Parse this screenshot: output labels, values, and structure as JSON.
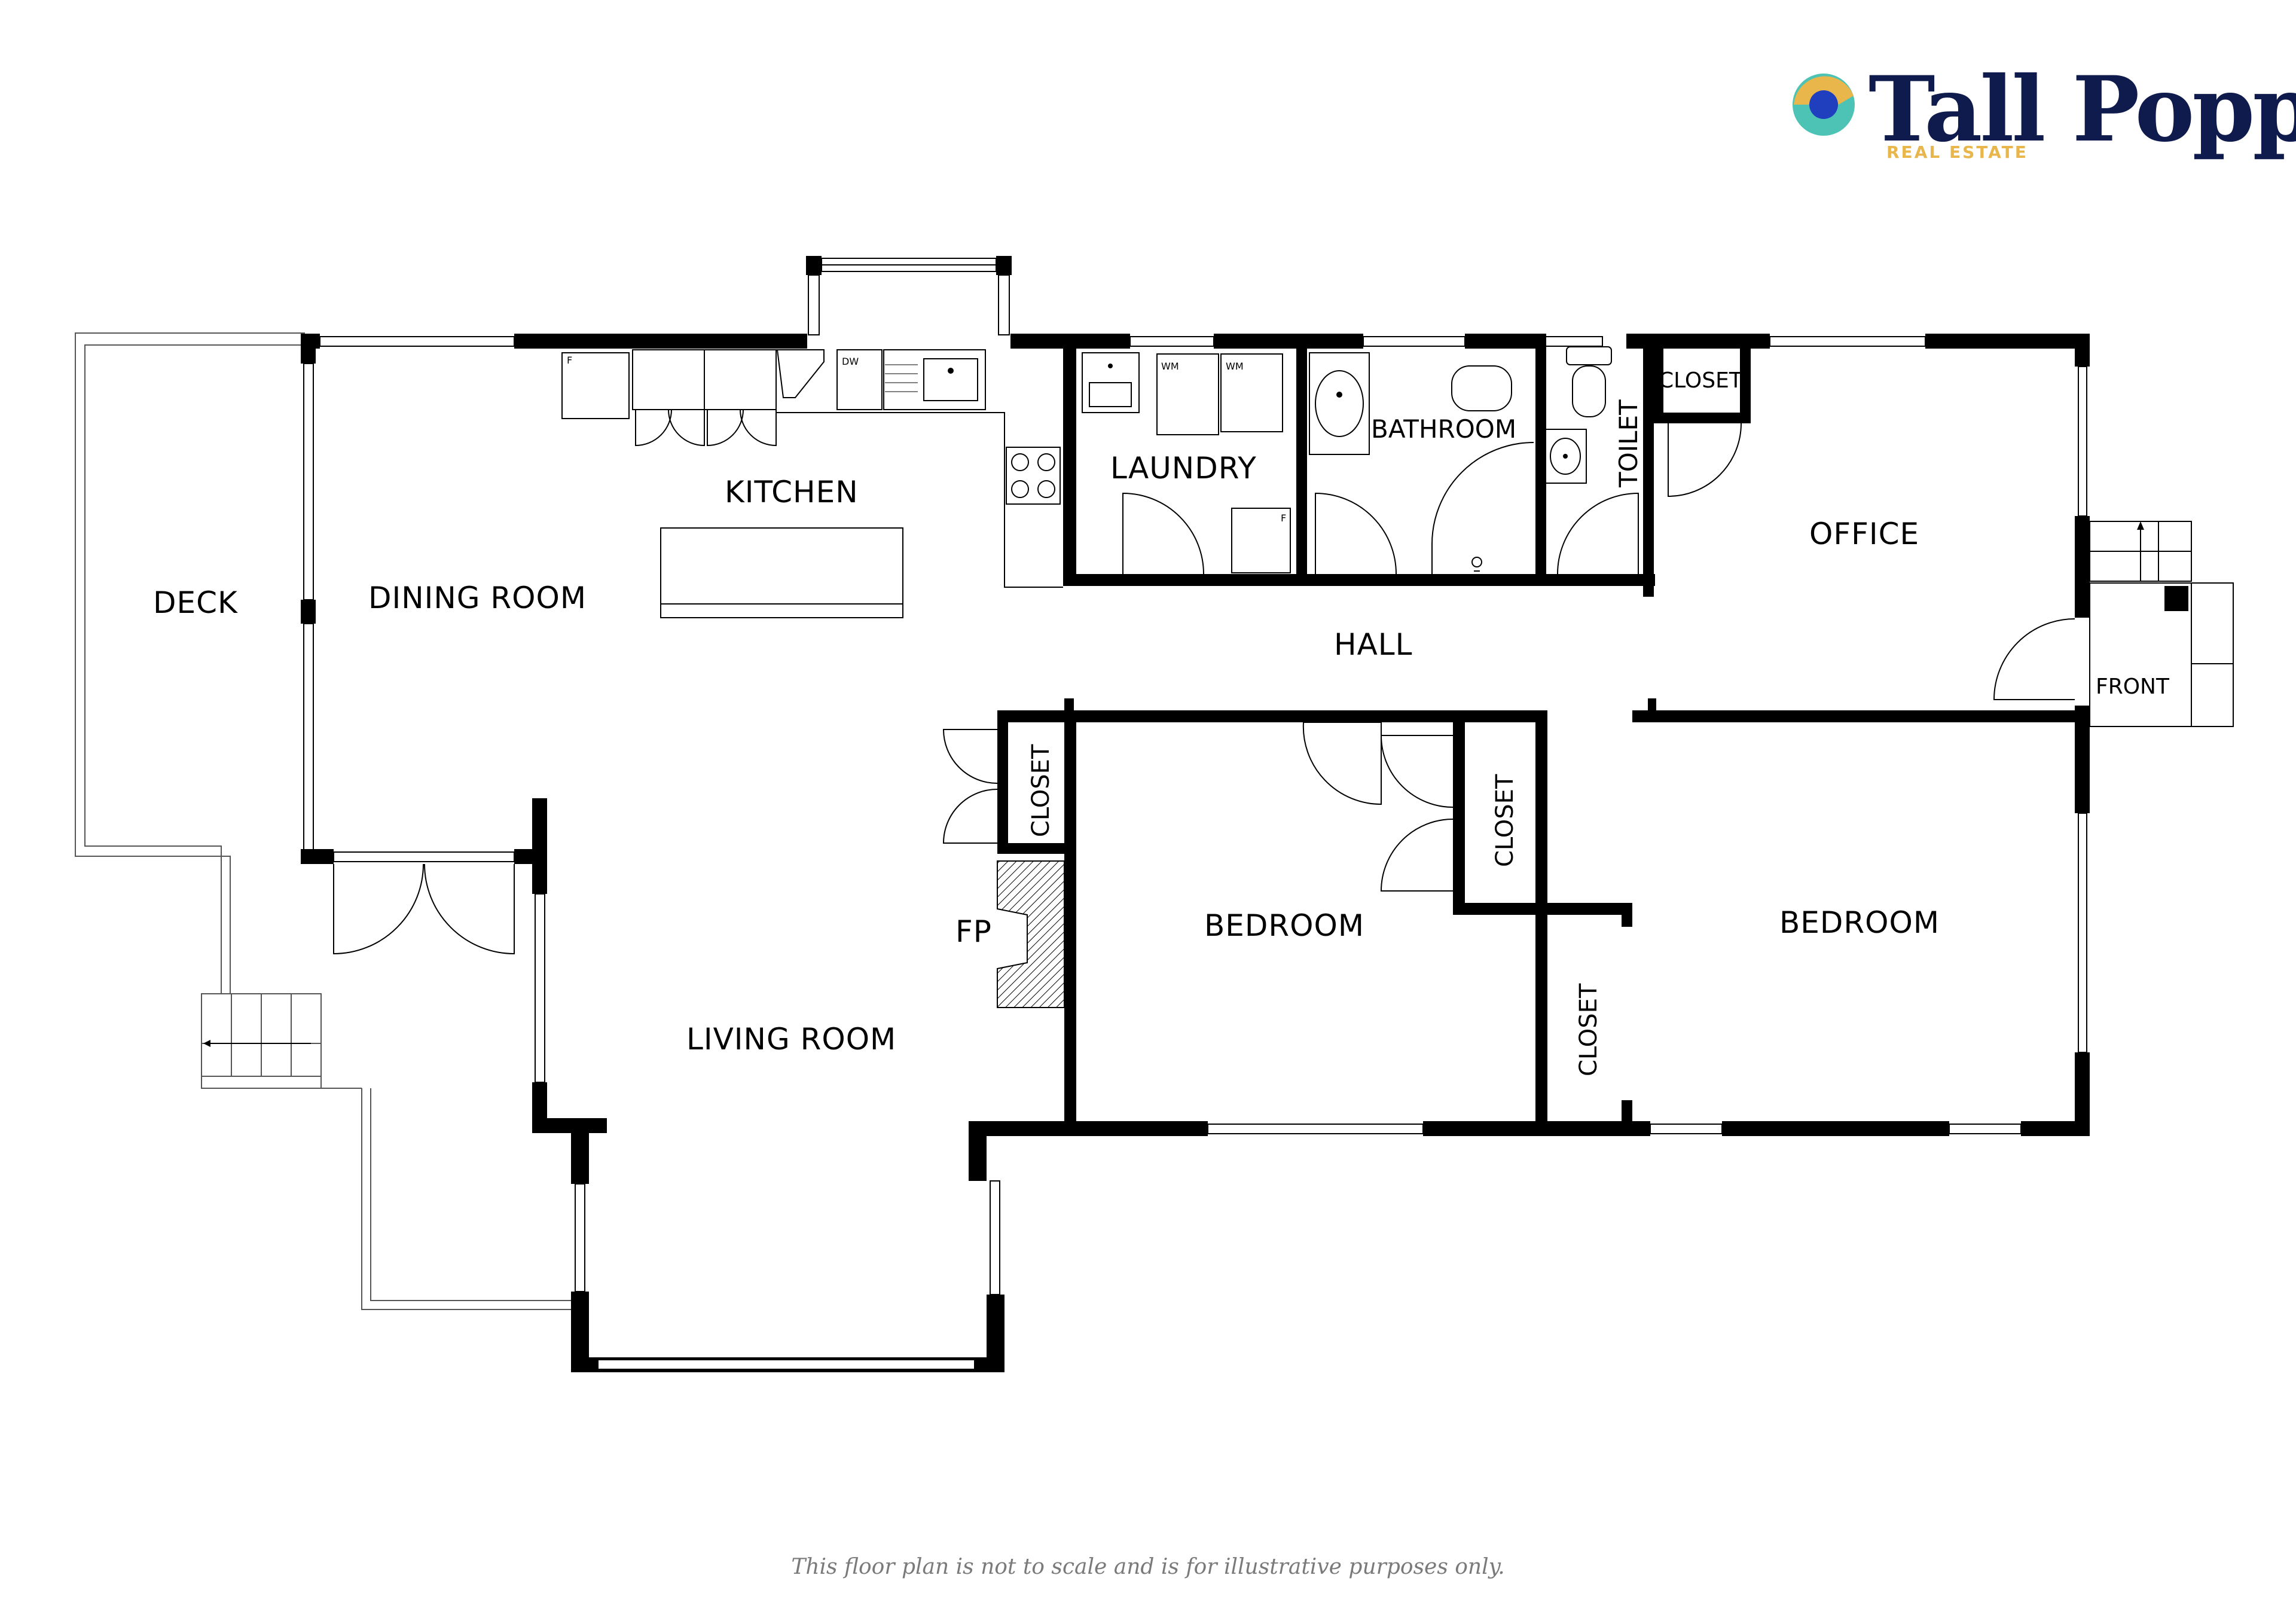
{
  "brand": {
    "name": "Tall Poppy",
    "tagline": "REAL ESTATE",
    "colors": {
      "navy": "#0f1b4c",
      "gold": "#e8b64a",
      "teal": "#4cc3b5",
      "blue": "#1f3fbf"
    }
  },
  "rooms": {
    "deck": "DECK",
    "dining": "DINING ROOM",
    "kitchen": "KITCHEN",
    "laundry": "LAUNDRY",
    "bathroom": "BATHROOM",
    "toilet": "TOILET",
    "closet_top": "CLOSET",
    "office": "OFFICE",
    "hall": "HALL",
    "front": "FRONT",
    "closet_living": "CLOSET",
    "fireplace": "FP",
    "living": "LIVING ROOM",
    "bedroom_left": "BEDROOM",
    "closet_bed_left": "CLOSET",
    "bedroom_right": "BEDROOM",
    "closet_bed_right": "CLOSET"
  },
  "fixtures": {
    "fridge": "F",
    "dishwasher": "DW",
    "washer_1": "WM",
    "washer_2": "WM",
    "laundry_f": "F"
  },
  "disclaimer": "This floor plan is not to scale and is for illustrative purposes only."
}
